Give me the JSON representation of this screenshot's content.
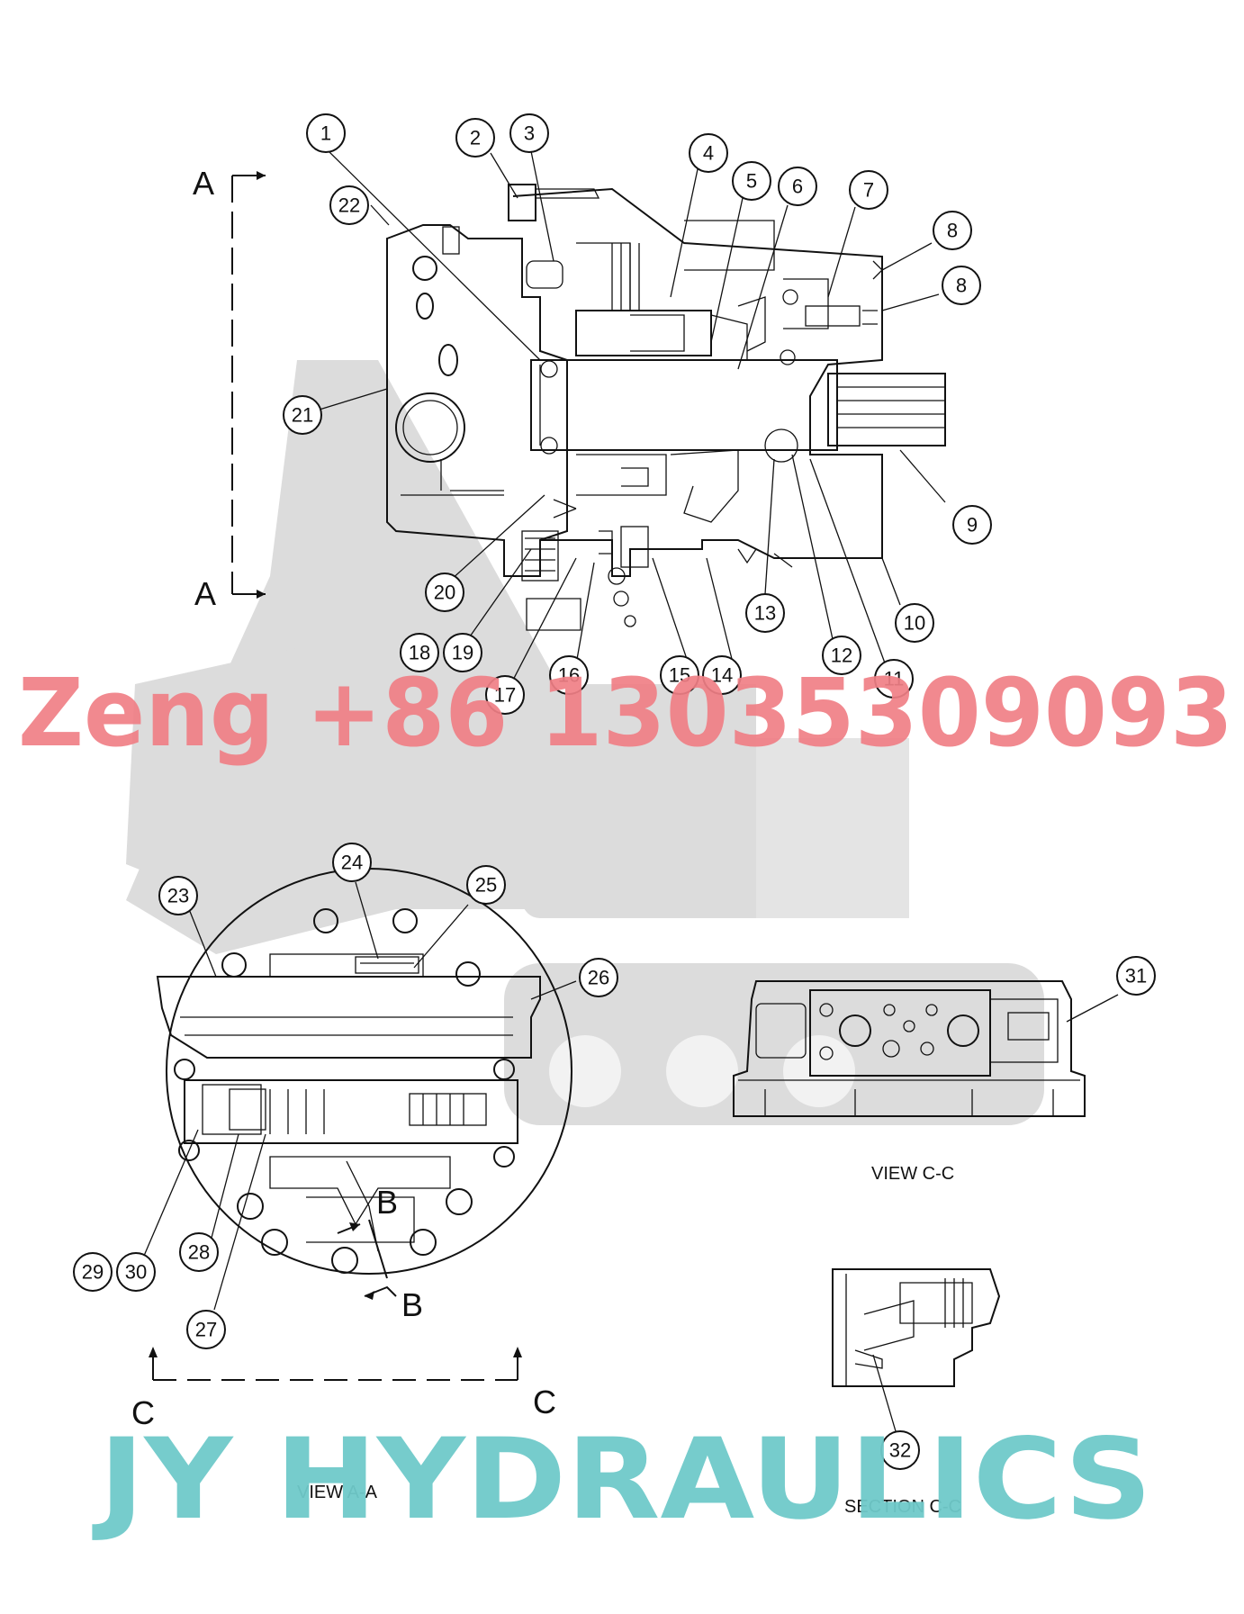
{
  "callouts": [
    "1",
    "2",
    "3",
    "4",
    "5",
    "6",
    "7",
    "8",
    "8",
    "9",
    "10",
    "11",
    "12",
    "13",
    "14",
    "15",
    "16",
    "17",
    "18",
    "19",
    "20",
    "21",
    "22",
    "23",
    "24",
    "25",
    "26",
    "27",
    "28",
    "29",
    "30",
    "31",
    "32"
  ],
  "section_letters": {
    "a_top": "A",
    "a_bottom": "A",
    "b_top": "B",
    "b_bottom": "B",
    "c_left": "C",
    "c_right": "C"
  },
  "labels": {
    "view_cc": "VIEW C-C",
    "view_aa": "VIEW A-A",
    "section_cc": "SECTION C-C"
  },
  "watermarks": {
    "contact": "Zeng +86 13035309093",
    "brand": "JY HYDRAULICS"
  },
  "colors": {
    "contact_watermark": "#f07f86",
    "brand_watermark": "#6fcaca",
    "background_logo": "#d9d9d9",
    "line": "#111111"
  }
}
